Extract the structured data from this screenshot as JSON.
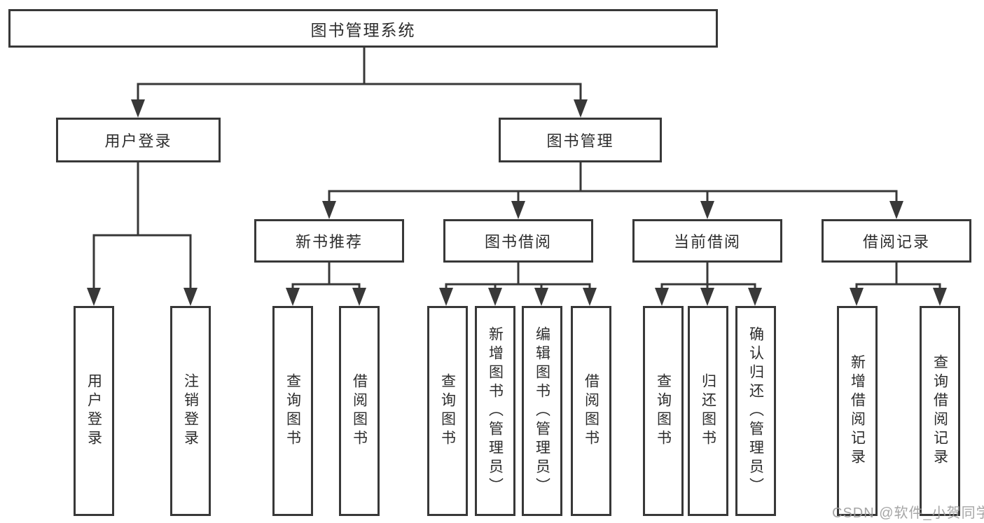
{
  "tree": {
    "label": "图书管理系统",
    "children": [
      {
        "label": "用户登录",
        "children": [
          {
            "label": "用户登录"
          },
          {
            "label": "注销登录"
          }
        ]
      },
      {
        "label": "图书管理",
        "children": [
          {
            "label": "新书推荐",
            "children": [
              {
                "label": "查询图书"
              },
              {
                "label": "借阅图书"
              }
            ]
          },
          {
            "label": "图书借阅",
            "children": [
              {
                "label": "查询图书"
              },
              {
                "label": "新增图书（管理员）"
              },
              {
                "label": "编辑图书（管理员）"
              },
              {
                "label": "借阅图书"
              }
            ]
          },
          {
            "label": "当前借阅",
            "children": [
              {
                "label": "查询图书"
              },
              {
                "label": "归还图书"
              },
              {
                "label": "确认归还（管理员）"
              }
            ]
          },
          {
            "label": "借阅记录",
            "children": [
              {
                "label": "新增借阅记录"
              },
              {
                "label": "查询借阅记录"
              }
            ]
          }
        ]
      }
    ]
  },
  "watermark": {
    "text": "CSDN @软件_小贺同学"
  },
  "colors": {
    "line": "#383838",
    "text": "#2d2d2d",
    "box_fill": "#ffffff",
    "background": "#ffffff",
    "watermark": "#9c9c9c"
  }
}
